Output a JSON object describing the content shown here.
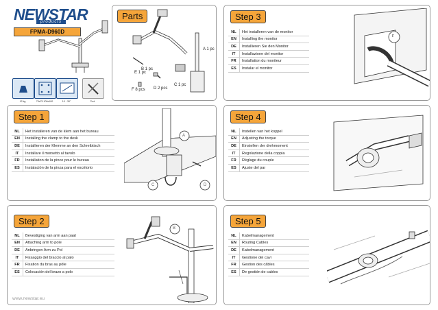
{
  "brand": {
    "name": "NEWSTAR",
    "sub": "products",
    "model": "FPMA-D960D"
  },
  "specs": [
    {
      "caption": "12 kg",
      "icon": "weight-icon"
    },
    {
      "caption": "75x75 100x100",
      "icon": "vesa-icon"
    },
    {
      "caption": "10 - 30\"",
      "icon": "screen-size-icon"
    },
    {
      "caption": "Tool",
      "icon": "tool-icon"
    }
  ],
  "parts": {
    "title": "Parts",
    "labels": {
      "a": "A 1 pc",
      "b": "B 1 pc",
      "c": "C 1 pc",
      "d": "D 2 pcs",
      "e": "E 1 pc",
      "f": "F 8 pcs"
    }
  },
  "step1": {
    "title": "Step 1",
    "rows": [
      {
        "code": "NL",
        "text": "Het installeren van de klem aan het bureau"
      },
      {
        "code": "EN",
        "text": "Installing the clamp to the desk"
      },
      {
        "code": "DE",
        "text": "Installieren der Klemme an den Schreibtisch"
      },
      {
        "code": "IT",
        "text": "Installare il morsetto al tavolo"
      },
      {
        "code": "FR",
        "text": "Installation de la pince pour le bureau"
      },
      {
        "code": "ES",
        "text": "Instalación de la pinza para el escritorio"
      }
    ],
    "callouts": [
      "A",
      "C",
      "D"
    ]
  },
  "step2": {
    "title": "Step 2",
    "rows": [
      {
        "code": "NL",
        "text": "Bevestiging van arm aan paal"
      },
      {
        "code": "EN",
        "text": "Attaching arm to pole"
      },
      {
        "code": "DE",
        "text": "Anbringen Arm zu Pol"
      },
      {
        "code": "IT",
        "text": "Fissaggio del braccio al palo"
      },
      {
        "code": "FR",
        "text": "Fixation du bras au pôle"
      },
      {
        "code": "ES",
        "text": "Colocación del brazo a polo"
      }
    ],
    "callouts": [
      "B"
    ]
  },
  "step3": {
    "title": "Step 3",
    "rows": [
      {
        "code": "NL",
        "text": "Het installeren van de monitor"
      },
      {
        "code": "EN",
        "text": "Installing the monitor"
      },
      {
        "code": "DE",
        "text": "Installieren Sie den Monitor"
      },
      {
        "code": "IT",
        "text": "Installazione del monitor"
      },
      {
        "code": "FR",
        "text": "Installation du moniteur"
      },
      {
        "code": "ES",
        "text": "Instalar el monitor"
      }
    ],
    "callouts": [
      "F"
    ]
  },
  "step4": {
    "title": "Step 4",
    "rows": [
      {
        "code": "NL",
        "text": "Instellen van het koppel"
      },
      {
        "code": "EN",
        "text": "Adjusting the torque"
      },
      {
        "code": "DE",
        "text": "Einstellen der drehmoment"
      },
      {
        "code": "IT",
        "text": "Regolazione della coppia"
      },
      {
        "code": "FR",
        "text": "Réglage du couple"
      },
      {
        "code": "ES",
        "text": "Ajuste del par"
      }
    ]
  },
  "step5": {
    "title": "Step 5",
    "rows": [
      {
        "code": "NL",
        "text": "Kabelmanagement"
      },
      {
        "code": "EN",
        "text": "Routing Cables"
      },
      {
        "code": "DE",
        "text": "Kabelmanagement"
      },
      {
        "code": "IT",
        "text": "Gestione dei cavi"
      },
      {
        "code": "FR",
        "text": "Gestion des câbles"
      },
      {
        "code": "ES",
        "text": "De gestión de cables"
      }
    ]
  },
  "footer": {
    "url": "www.newstar.eu"
  },
  "colors": {
    "accent": "#f5a53a",
    "brand": "#1f4e8c",
    "border": "#9a9a9a"
  }
}
